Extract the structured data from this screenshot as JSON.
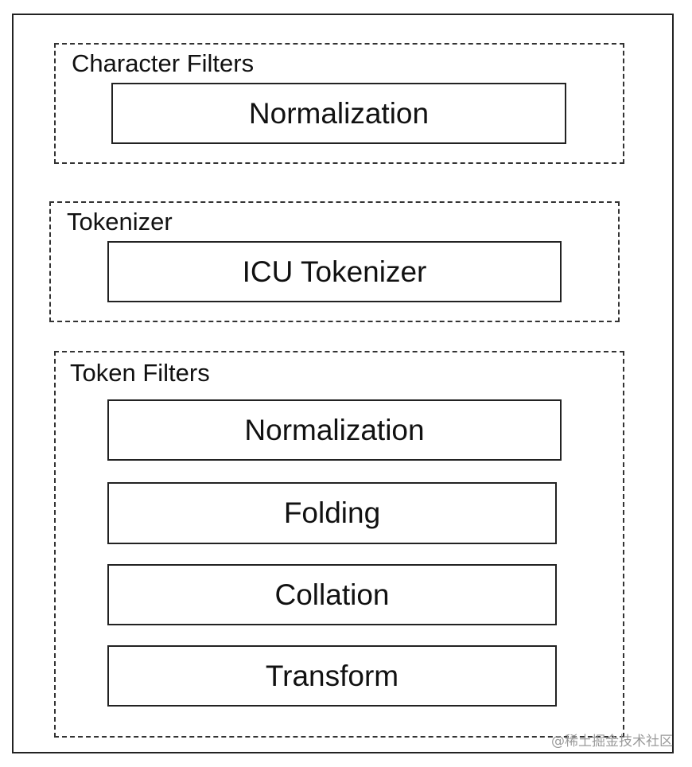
{
  "groups": {
    "character_filters": {
      "label": "Character Filters",
      "items": [
        "Normalization"
      ]
    },
    "tokenizer": {
      "label": "Tokenizer",
      "items": [
        "ICU Tokenizer"
      ]
    },
    "token_filters": {
      "label": "Token Filters",
      "items": [
        "Normalization",
        "Folding",
        "Collation",
        "Transform"
      ]
    }
  },
  "watermark": "@稀土掘金技术社区"
}
